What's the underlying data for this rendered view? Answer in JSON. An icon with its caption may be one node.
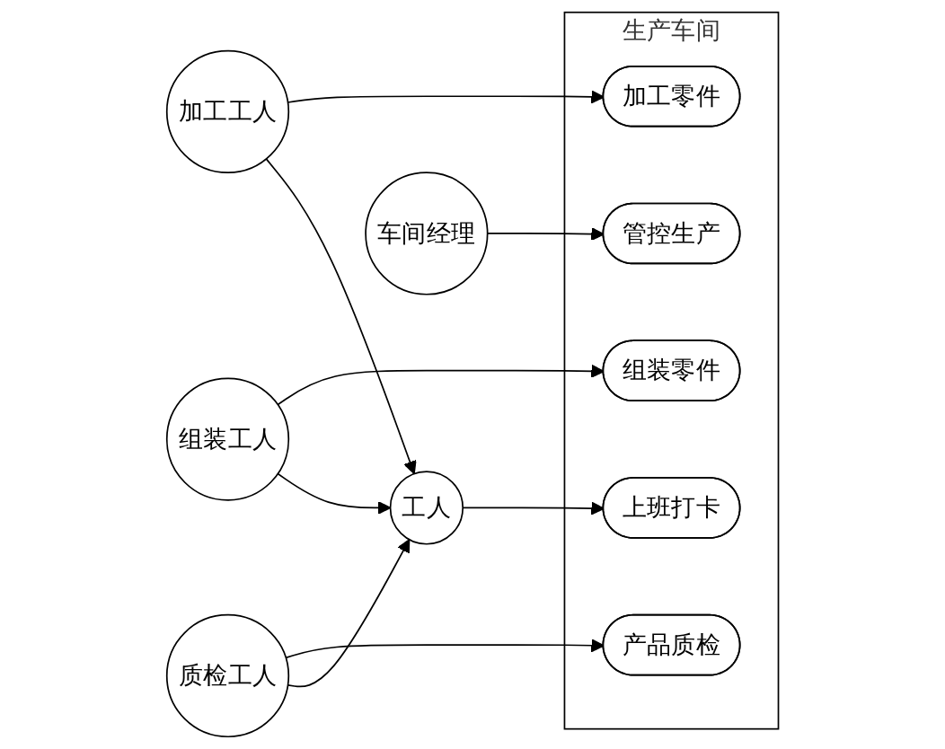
{
  "diagram": {
    "nodes": [
      {
        "text": [
          "工人"
        ]
      },
      {
        "text": [
          "加工工人"
        ]
      },
      {
        "text": [
          "组装工人"
        ]
      },
      {
        "text": [
          "质检工人"
        ]
      },
      {
        "text": [
          "车间经理"
        ]
      },
      {
        "text": [
          "生产车间"
        ]
      },
      {
        "text": [
          "上班打卡"
        ],
        "in": 5
      },
      {
        "text": [
          "加工零件"
        ],
        "in": 5
      },
      {
        "text": [
          "组装零件"
        ],
        "in": 5
      },
      {
        "text": [
          "产品质检"
        ],
        "in": 5
      },
      {
        "text": [
          "管控生产"
        ],
        "in": 5
      }
    ],
    "edges": [
      {
        "from": 0,
        "to": 6,
        "arrow": "to"
      },
      {
        "from": 1,
        "to": 7,
        "arrow": "to"
      },
      {
        "from": 2,
        "to": 8,
        "arrow": "to"
      },
      {
        "from": 3,
        "to": 9,
        "arrow": "to"
      },
      {
        "from": 4,
        "to": 10,
        "arrow": "to"
      },
      {
        "from": 1,
        "to": 0,
        "arrow": "to"
      },
      {
        "from": 2,
        "to": 0,
        "arrow": "to"
      },
      {
        "from": 3,
        "to": 0,
        "arrow": "to"
      }
    ]
  }
}
